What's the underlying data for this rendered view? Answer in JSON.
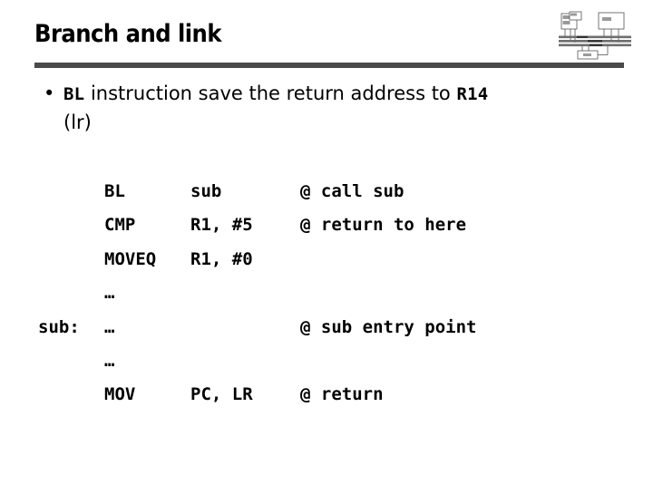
{
  "slide": {
    "title": "Branch and link",
    "background_color": "#ffffff",
    "text_color": "#000000",
    "rule_color": "#4a4a4a"
  },
  "logo": {
    "name": "system-block-diagram-logo",
    "description": "small grayscale computer architecture block diagram"
  },
  "bullet": {
    "marker": "•",
    "segment_mono_1": "BL",
    "segment_plain_1": " instruction save the return address to ",
    "segment_mono_2": "R14",
    "continuation": "(lr)"
  },
  "code": {
    "lines": [
      {
        "label": "",
        "op": "BL",
        "args": "sub",
        "comment": "@ call sub"
      },
      {
        "label": "",
        "op": "CMP",
        "args": "R1, #5",
        "comment": "@ return to here"
      },
      {
        "label": "",
        "op": "MOVEQ",
        "args": "R1, #0",
        "comment": ""
      },
      {
        "label": "",
        "op": "…",
        "args": "",
        "comment": ""
      },
      {
        "label": "sub:",
        "op": "…",
        "args": "",
        "comment": "@ sub entry point"
      },
      {
        "label": "",
        "op": "…",
        "args": "",
        "comment": ""
      },
      {
        "label": "",
        "op": "MOV",
        "args": "PC, LR",
        "comment": "@ return"
      }
    ]
  }
}
